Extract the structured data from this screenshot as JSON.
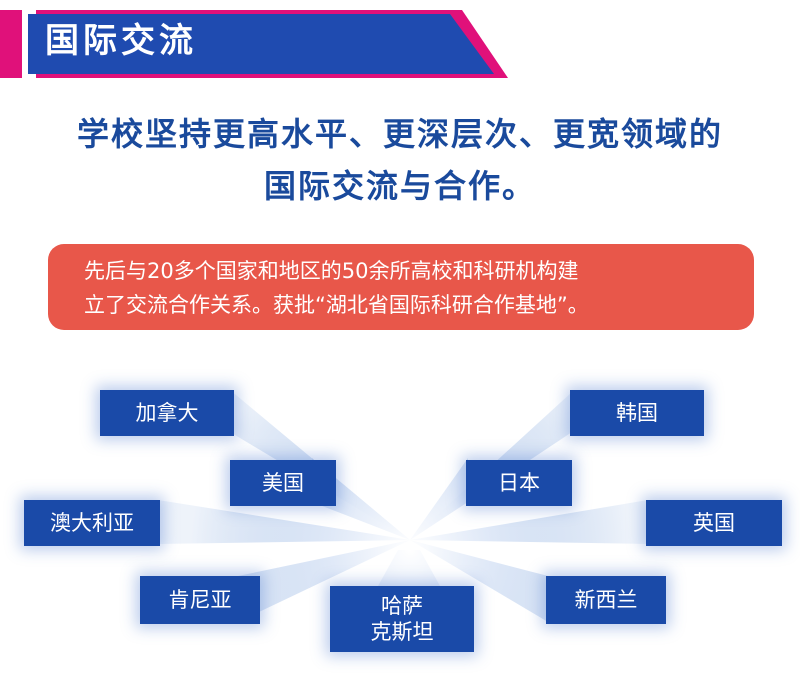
{
  "header": {
    "title": "国际交流"
  },
  "headline": {
    "line1": "学校坚持更高水平、更深层次、更宽领域的",
    "line2": "国际交流与合作。"
  },
  "highlight": {
    "line1": "先后与20多个国家和地区的50余所高校和科研机构建",
    "line2": "立了交流合作关系。获批“湖北省国际科研合作基地”。"
  },
  "countries": {
    "canada": "加拿大",
    "korea": "韩国",
    "usa": "美国",
    "japan": "日本",
    "australia": "澳大利亚",
    "uk": "英国",
    "kenya": "肯尼亚",
    "new_zealand": "新西兰",
    "kazakhstan_line1": "哈萨",
    "kazakhstan_line2": "克斯坦"
  },
  "colors": {
    "brand_blue": "#1a4aa8",
    "header_blue": "#1f4bb0",
    "accent_magenta": "#e0117a",
    "highlight_red": "#e8574a",
    "headline_blue": "#1a4a9c"
  }
}
